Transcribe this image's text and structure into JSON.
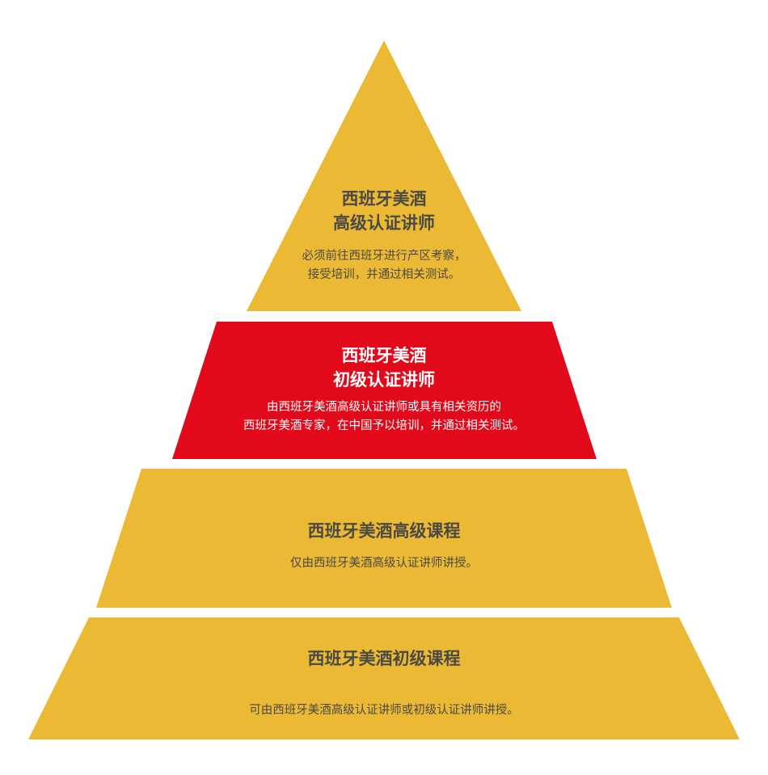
{
  "colors": {
    "gold": "#ECB935",
    "red": "#E1091A",
    "text_dark": "#4A4A45",
    "text_light": "#FFFFFF"
  },
  "tiers": [
    {
      "title_line1": "西班牙美酒",
      "title_line2": "高级认证讲师",
      "desc_line1": "必须前往西班牙进行产区考察，",
      "desc_line2": "接受培训，并通过相关测试。"
    },
    {
      "title_line1": "西班牙美酒",
      "title_line2": "初级认证讲师",
      "desc_line1": "由西班牙美酒高级认证讲师或具有相关资历的",
      "desc_line2": "西班牙美酒专家，在中国予以培训，并通过相关测试。"
    },
    {
      "title_line1": "西班牙美酒高级课程",
      "desc_line1": "仅由西班牙美酒高级认证讲师讲授。"
    },
    {
      "title_line1": "西班牙美酒初级课程",
      "desc_line1": "可由西班牙美酒高级认证讲师或初级认证讲师讲授。"
    }
  ]
}
